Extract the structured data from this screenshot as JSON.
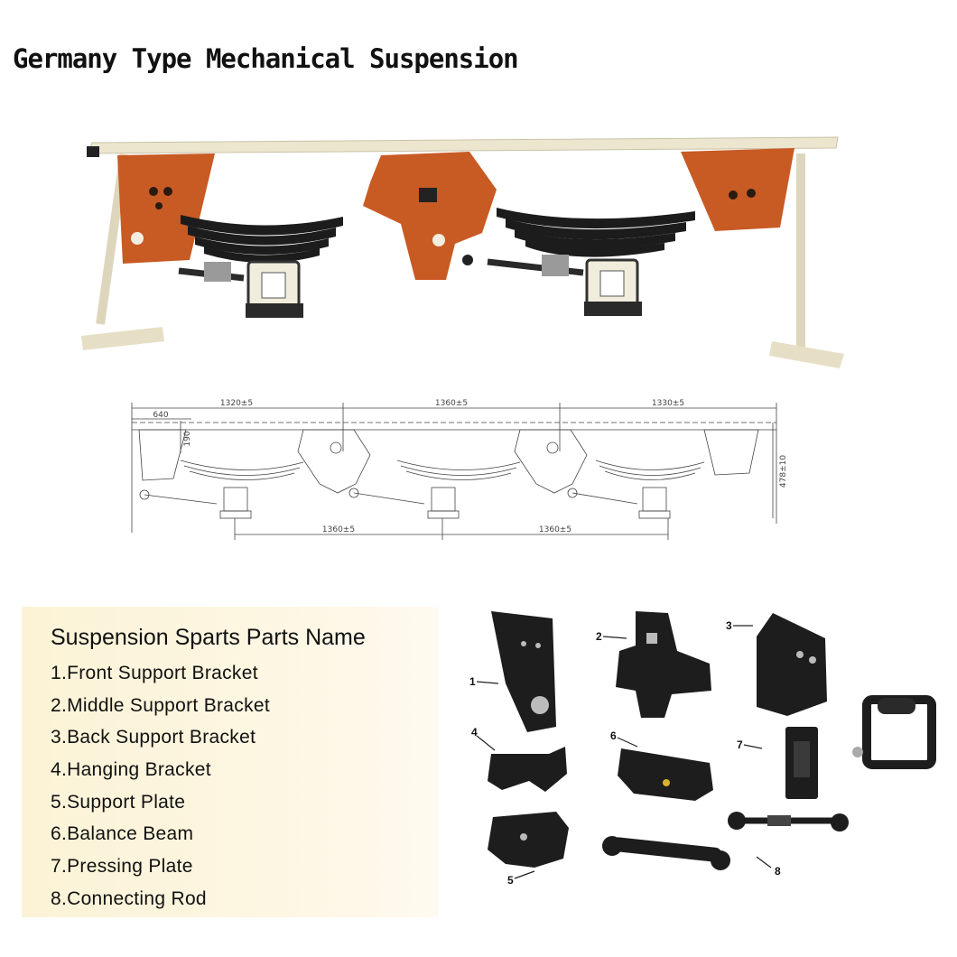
{
  "title": "Germany Type Mechanical Suspension",
  "dimensions": {
    "top_spans": [
      "1320±5",
      "1360±5",
      "1330±5"
    ],
    "overhang": "640",
    "height_small": "190",
    "height_total": "478±10",
    "bottom_spans": [
      "1360±5",
      "1360±5"
    ]
  },
  "parts": {
    "heading": "Suspension Sparts Parts Name",
    "items": [
      "1.Front Support Bracket",
      "2.Middle Support Bracket",
      "3.Back Support Bracket",
      "4.Hanging Bracket",
      "5.Support Plate",
      "6.Balance Beam",
      "7.Pressing Plate",
      "8.Connecting Rod"
    ],
    "callouts": [
      "1",
      "2",
      "3",
      "4",
      "5",
      "6",
      "7",
      "8"
    ]
  },
  "colors": {
    "frame": "#ede6cf",
    "bracket": "#c85a24",
    "spring": "#1c1c1c",
    "hub": "#f1eddc",
    "part": "#1d1d1d",
    "panel": "#fcf3d6"
  }
}
